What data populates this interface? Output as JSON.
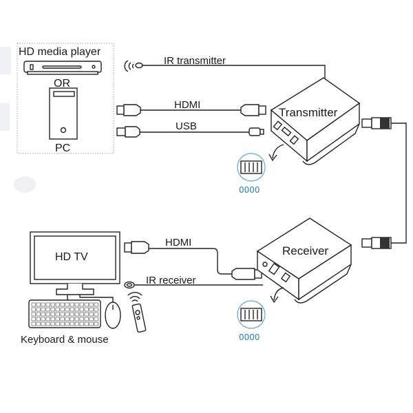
{
  "source": {
    "label_top": "HD media player",
    "label_or": "OR",
    "label_bottom": "PC"
  },
  "cables": {
    "ir_transmitter": "IR transmitter",
    "hdmi_top": "HDMI",
    "usb": "USB",
    "hdmi_bottom": "HDMI",
    "ir_receiver": "IR receiver"
  },
  "devices": {
    "transmitter": "Transmitter",
    "receiver": "Receiver",
    "tv": "HD TV",
    "peripherals": "Keyboard & mouse"
  },
  "dip_switches": {
    "transmitter_code": "0000",
    "receiver_code": "0000"
  },
  "colors": {
    "line": "#222222",
    "dip_accent": "#2a7fc0",
    "source_box_border": "#9aa0a8"
  }
}
